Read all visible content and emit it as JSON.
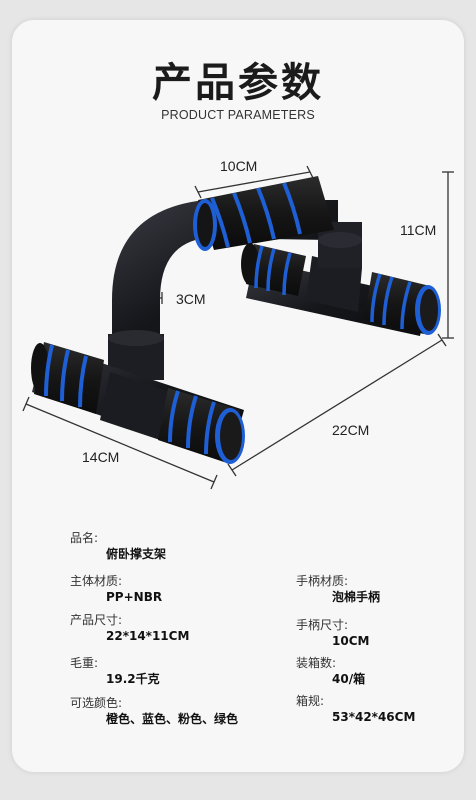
{
  "header": {
    "title": "产品参数",
    "subtitle": "PRODUCT PARAMETERS"
  },
  "dimensions": {
    "top_length": "10CM",
    "height": "11CM",
    "tube": "3CM",
    "width": "14CM",
    "depth": "22CM"
  },
  "colors": {
    "foam": "#1a1a1a",
    "stripe": "#1f5fd6",
    "frame": "#17181c"
  },
  "specs": {
    "name_label": "品名:",
    "name_value": "俯卧撑支架",
    "material_label": "主体材质:",
    "material_value": "PP+NBR",
    "size_label": "产品尺寸:",
    "size_value": "22*14*11CM",
    "weight_label": "毛重:",
    "weight_value": "19.2千克",
    "colors_label": "可选颜色:",
    "colors_value": "橙色、蓝色、粉色、绿色",
    "handle_material_label": "手柄材质:",
    "handle_material_value": "泡棉手柄",
    "handle_size_label": "手柄尺寸:",
    "handle_size_value": "10CM",
    "packing_label": "装箱数:",
    "packing_value": "40/箱",
    "carton_label": "箱规:",
    "carton_value": "53*42*46CM"
  }
}
